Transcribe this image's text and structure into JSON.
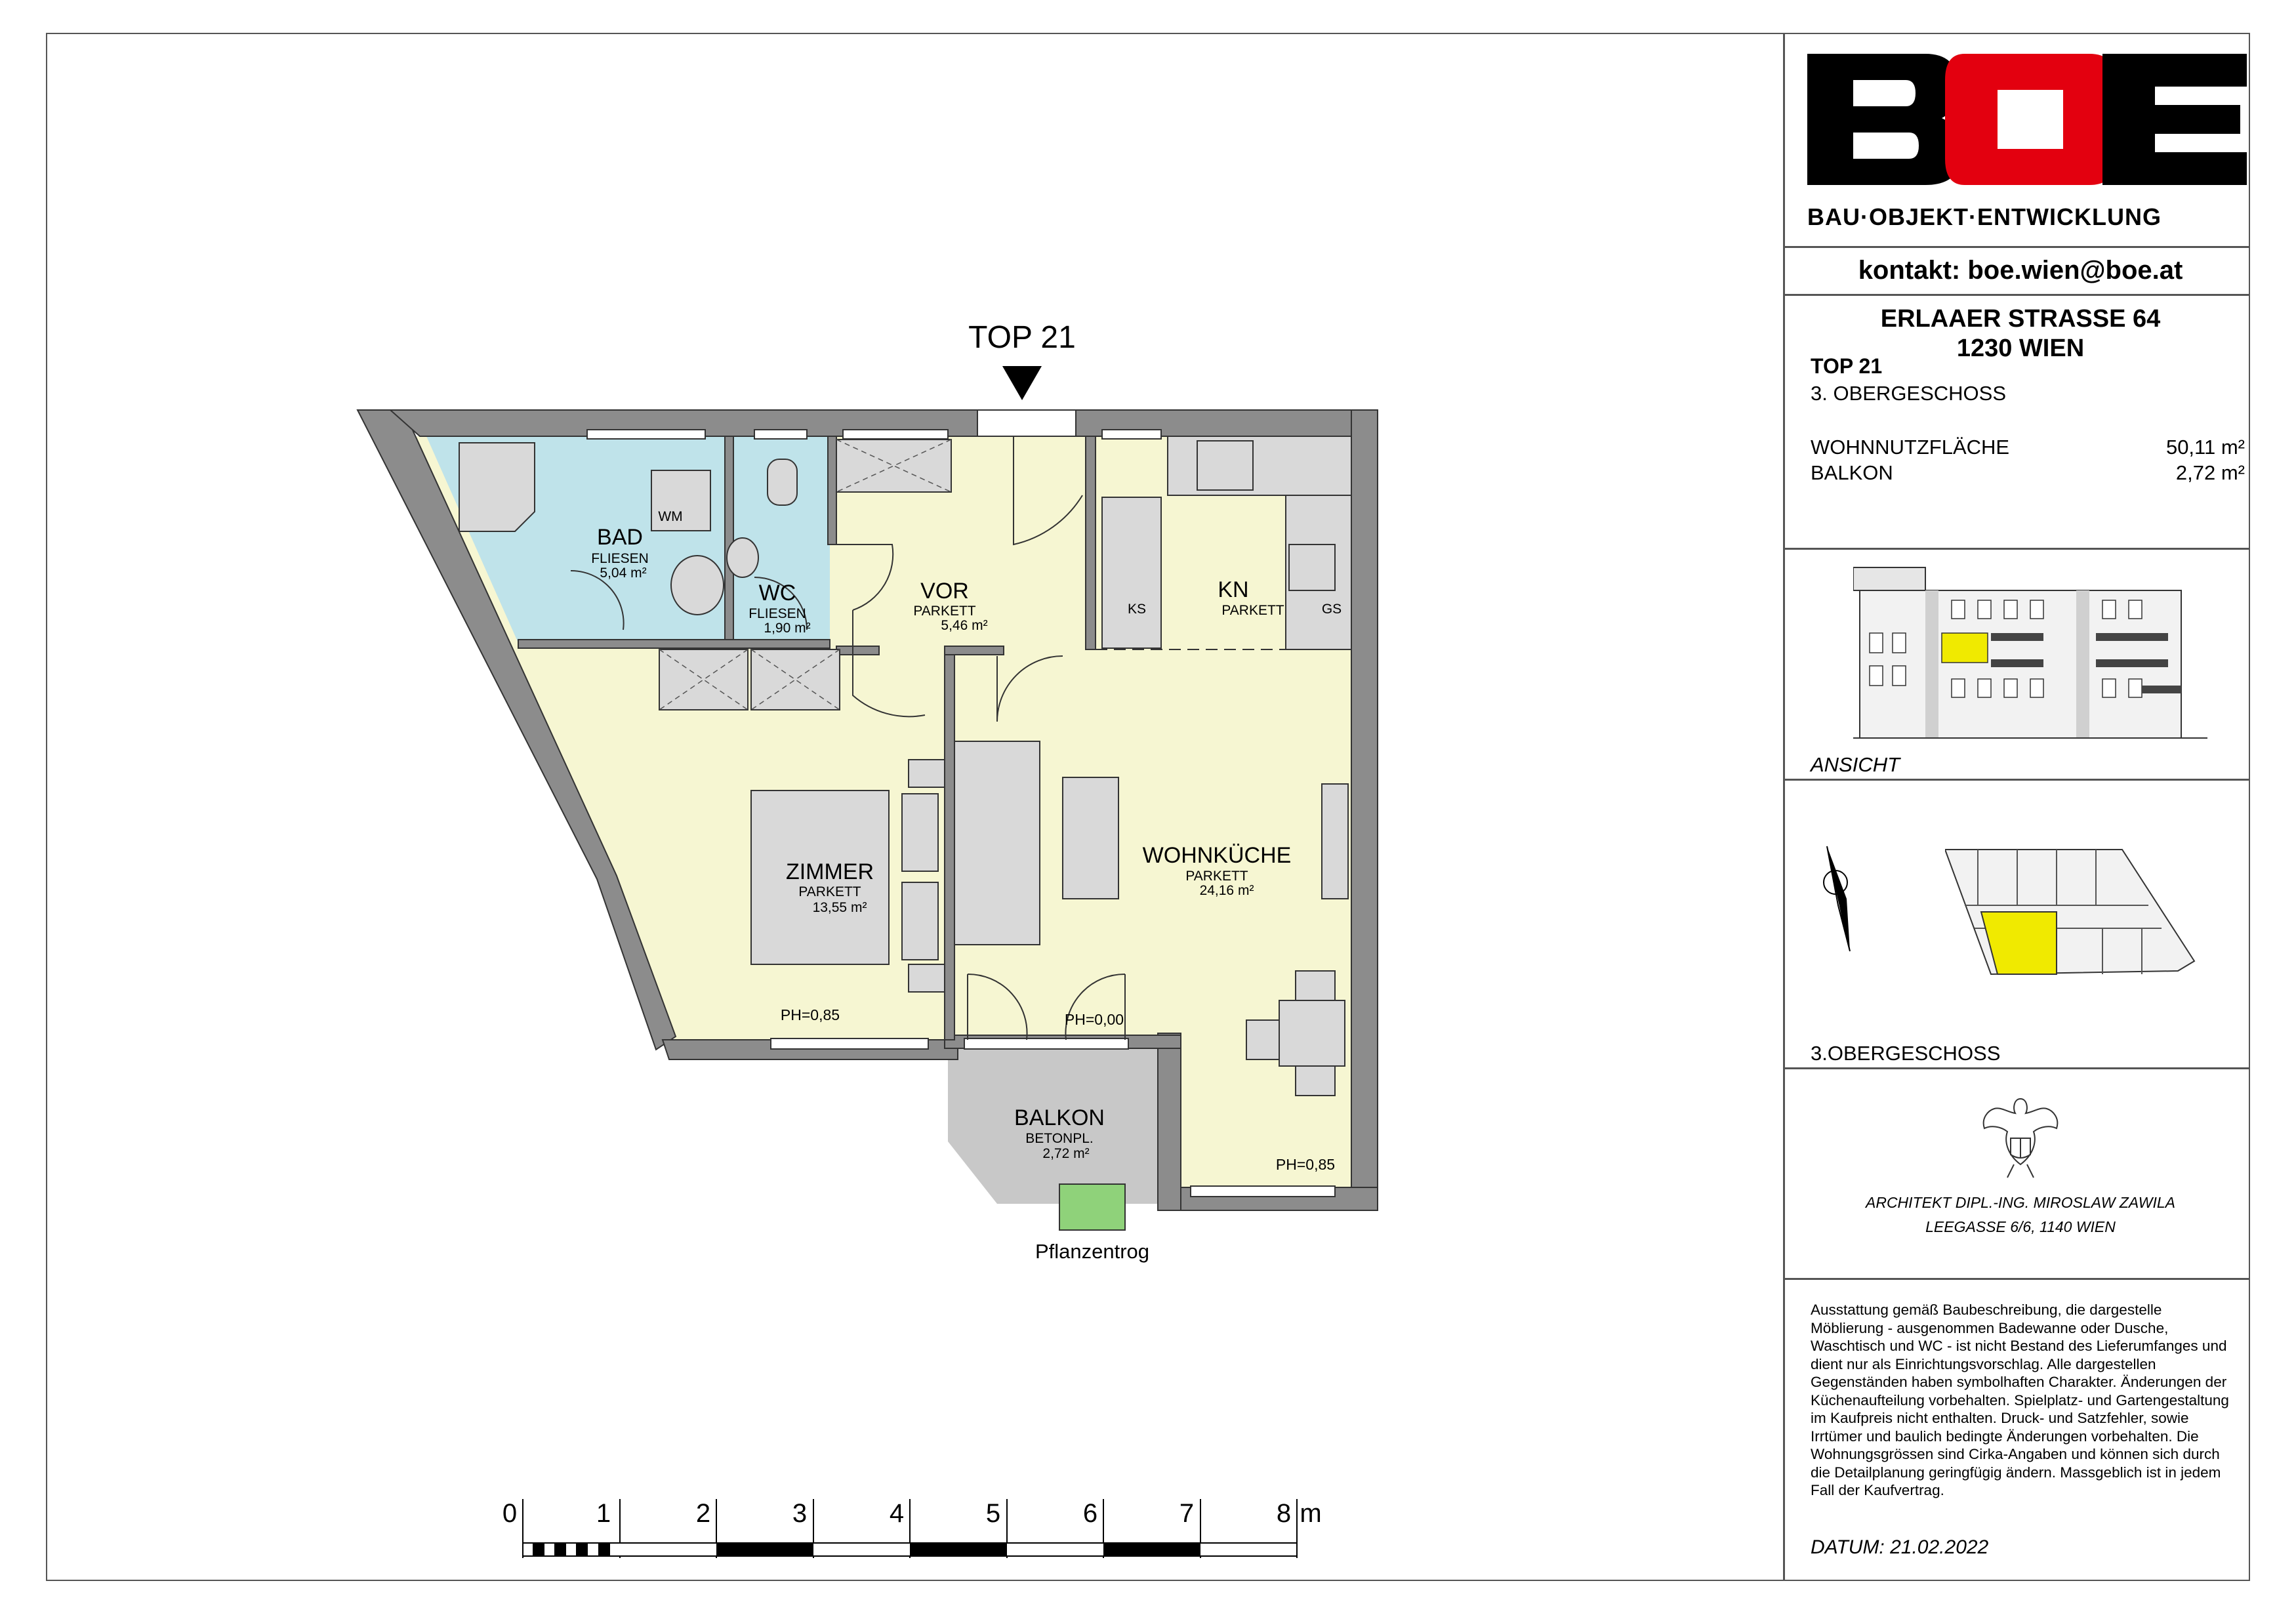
{
  "plan": {
    "title_marker": "TOP 21",
    "rooms": [
      {
        "key": "bad",
        "name": "BAD",
        "floor": "FLIESEN",
        "area": "5,04 m²"
      },
      {
        "key": "wc",
        "name": "WC",
        "floor": "FLIESEN",
        "area": "1,90 m²"
      },
      {
        "key": "vor",
        "name": "VOR",
        "floor": "PARKETT",
        "area": "5,46 m²"
      },
      {
        "key": "kn",
        "name": "KN",
        "floor": "PARKETT",
        "area": ""
      },
      {
        "key": "zimmer",
        "name": "ZIMMER",
        "floor": "PARKETT",
        "area": "13,55 m²"
      },
      {
        "key": "wohnkueche",
        "name": "WOHNKÜCHE",
        "floor": "PARKETT",
        "area": "24,16 m²"
      },
      {
        "key": "balkon",
        "name": "BALKON",
        "floor": "BETONPL.",
        "area": "2,72 m²"
      }
    ],
    "fixtures": {
      "wm": "WM",
      "ks": "KS",
      "gs": "GS"
    },
    "parapet_heights": {
      "zimmer": "PH=0,85",
      "balkon_door": "PH=0,00",
      "wohnkueche": "PH=0,85"
    },
    "planter_label": "Pflanzentrog",
    "colors": {
      "wet_area": "#bfe3ea",
      "dry_area": "#f6f6d2",
      "wall": "#8c8c8c",
      "balcony": "#c8c8c8",
      "planter": "#8fd27a"
    }
  },
  "scale_bar": {
    "labels": [
      "0",
      "1",
      "2",
      "3",
      "4",
      "5",
      "6",
      "7",
      "8"
    ],
    "unit": "m"
  },
  "title_block": {
    "logo": {
      "text": "BOE",
      "subtitle": "BAU·OBJEKT·ENTWICKLUNG",
      "colors": {
        "b": "#000000",
        "o": "#e3000f",
        "e": "#000000"
      }
    },
    "contact": "kontakt: boe.wien@boe.at",
    "address_line1": "ERLAAER  STRASSE  64",
    "address_line2": "1230 WIEN",
    "unit": "TOP 21",
    "floor": "3. OBERGESCHOSS",
    "areas": [
      {
        "label": "WOHNNUTZFLÄCHE",
        "value": "50,11 m²"
      },
      {
        "label": "BALKON",
        "value": "2,72 m²"
      }
    ],
    "elevation_caption": "ANSICHT",
    "key_plan_caption": "3.OBERGESCHOSS",
    "architect_line1": "ARCHITEKT DIPL.-ING. MIROSLAW ZAWILA",
    "architect_line2": "LEEGASSE 6/6, 1140 WIEN",
    "disclaimer": "Ausstattung gemäß Baubeschreibung, die dargestelle Möblierung - ausgenommen Badewanne oder Dusche, Waschtisch und WC - ist nicht Bestand des Lieferumfanges und dient nur als Einrichtungsvorschlag. Alle dargestellen Gegenständen haben symbolhaften Charakter. Änderungen der Küchenaufteilung vorbehalten. Spielplatz- und Gartengestaltung im Kaufpreis nicht enthalten. Druck- und Satzfehler, sowie Irrtümer und baulich bedingte Änderungen vorbehalten. Die Wohnungsgrössen sind Cirka-Angaben und können sich durch die Detailplanung geringfügig ändern. Massgeblich ist in jedem Fall der Kaufvertrag.",
    "date": "DATUM: 21.02.2022"
  }
}
